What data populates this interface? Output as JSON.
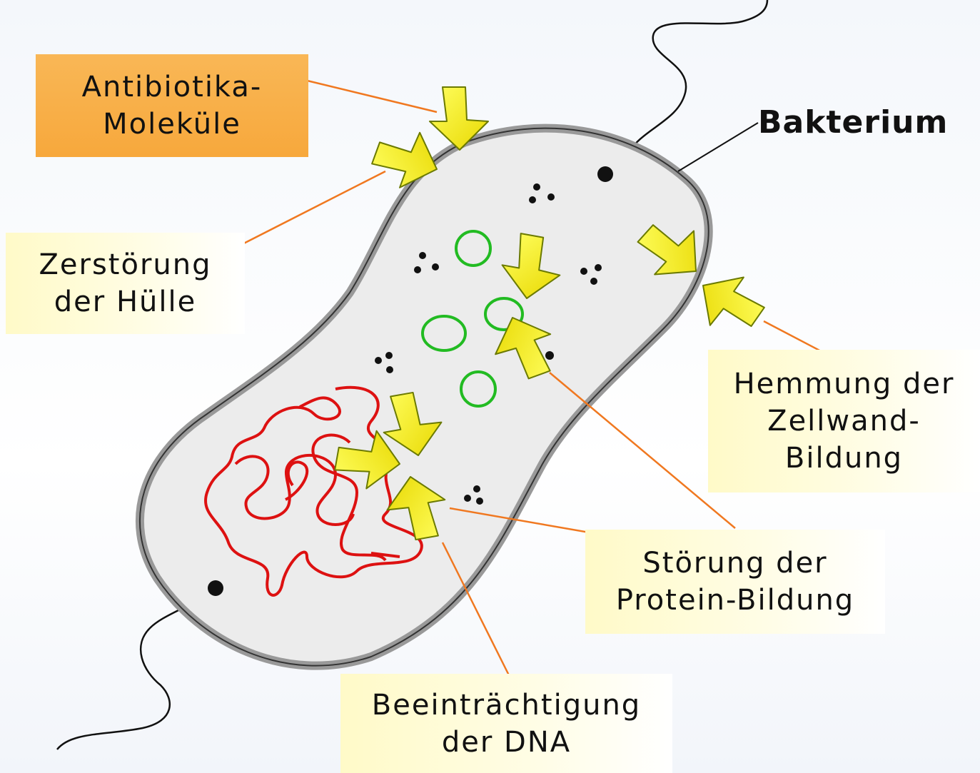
{
  "title": "Bakterium",
  "labels": {
    "antibiotics": [
      "Antibiotika-",
      "Moleküle"
    ],
    "membrane": [
      "Zerstörung",
      "der Hülle"
    ],
    "cellwall": [
      "Hemmung der",
      "Zellwand-",
      "Bildung"
    ],
    "protein": [
      "Störung der",
      "Protein-Bildung"
    ],
    "dna": [
      "Beeinträchtigung",
      "der DNA"
    ]
  },
  "colors": {
    "arrow_fill": "#f5f000",
    "arrow_stroke": "#6b7a00",
    "leader_line": "#f07820",
    "cell_wall": "#999999",
    "cytoplasm": "#ececec",
    "dna": "#dd1111",
    "ribosome": "#22bb22"
  }
}
